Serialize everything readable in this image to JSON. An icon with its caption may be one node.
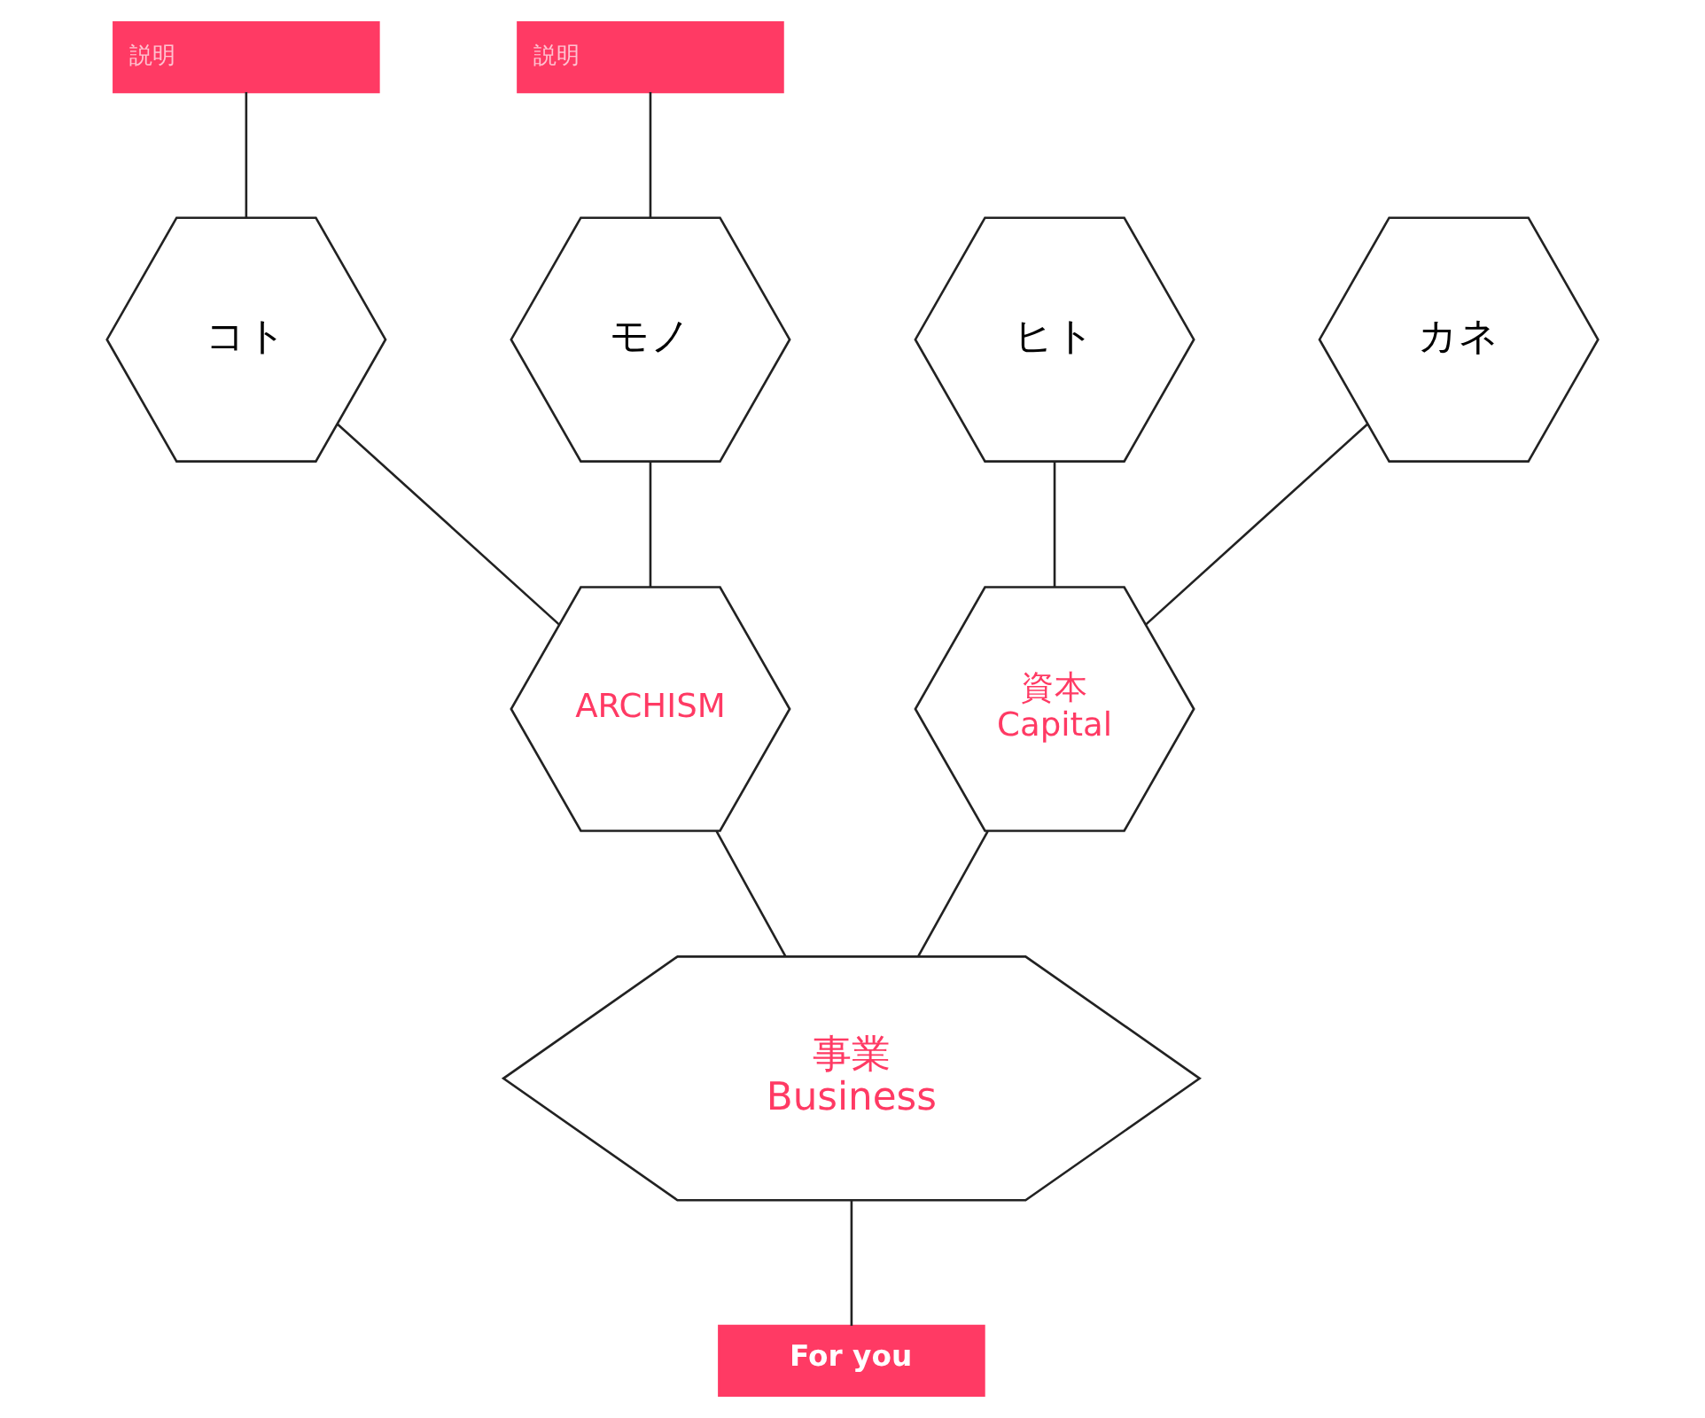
{
  "diagram": {
    "nodes": [
      {
        "text": [
          "説明"
        ]
      },
      {
        "text": [
          "説明"
        ]
      },
      {
        "text": [
          "コト"
        ]
      },
      {
        "text": [
          "モノ"
        ]
      },
      {
        "text": [
          "ヒト"
        ]
      },
      {
        "text": [
          "カネ"
        ]
      },
      {
        "text": [
          "ARCHISM"
        ]
      },
      {
        "text": [
          "資本",
          "Capital"
        ]
      },
      {
        "text": [
          "事業",
          "Business"
        ]
      },
      {
        "text": [
          "For you"
        ]
      }
    ],
    "edges": [
      {
        "from": 0,
        "to": 2,
        "arrow": "none"
      },
      {
        "from": 1,
        "to": 3,
        "arrow": "none"
      },
      {
        "from": 2,
        "to": 6,
        "arrow": "none"
      },
      {
        "from": 3,
        "to": 6,
        "arrow": "none"
      },
      {
        "from": 4,
        "to": 7,
        "arrow": "none"
      },
      {
        "from": 5,
        "to": 7,
        "arrow": "none"
      },
      {
        "from": 6,
        "to": 8,
        "arrow": "none"
      },
      {
        "from": 7,
        "to": 8,
        "arrow": "none"
      },
      {
        "from": 8,
        "to": 9,
        "arrow": "none"
      }
    ]
  }
}
